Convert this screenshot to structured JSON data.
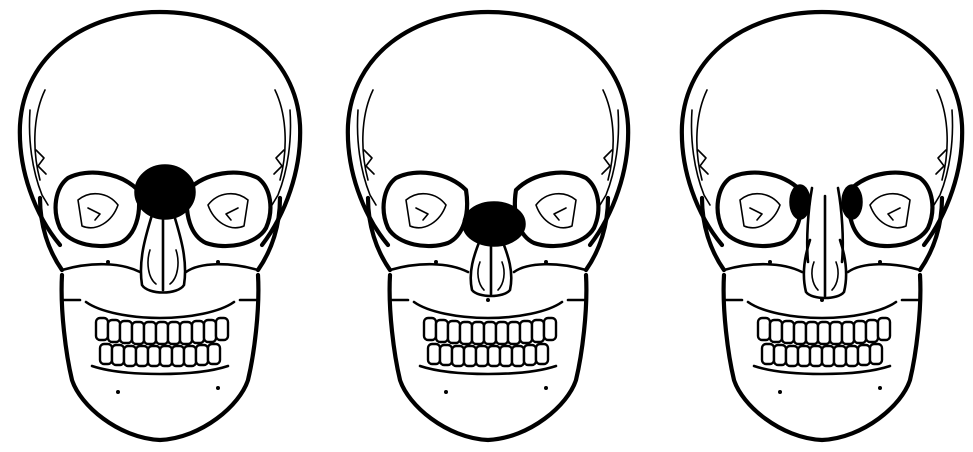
{
  "figure": {
    "panel_count": 3,
    "panels": [
      {
        "id": "A",
        "marked_region": "nasion-glabella",
        "mark_shape": "large circular blot"
      },
      {
        "id": "B",
        "marked_region": "nasal-root-bridge",
        "mark_shape": "wide oval blot"
      },
      {
        "id": "C",
        "marked_region": "medial-orbital-walls",
        "mark_shape": "paired small blots"
      }
    ],
    "colors": {
      "line": "#000000",
      "background": "#ffffff",
      "mark": "#000000"
    }
  }
}
